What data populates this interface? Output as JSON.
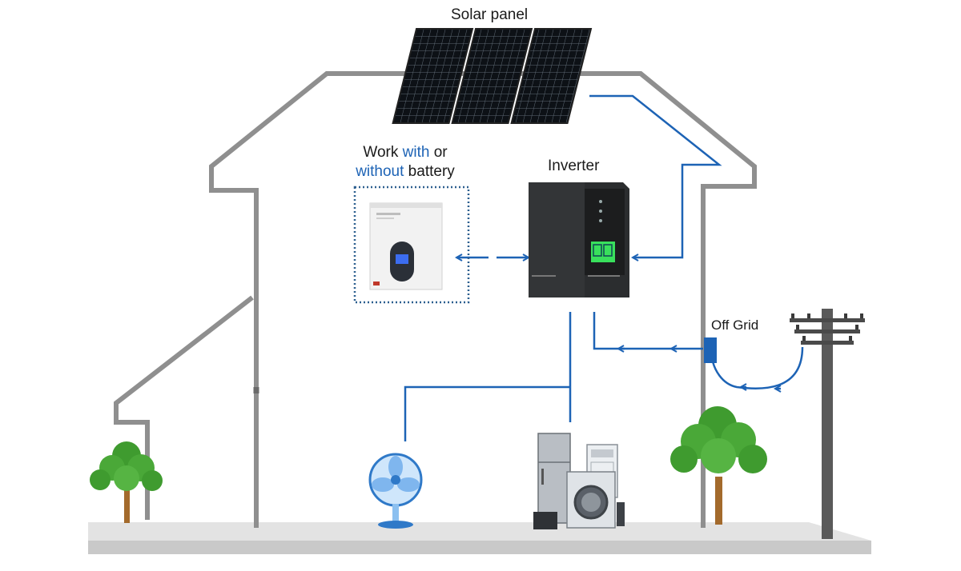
{
  "labels": {
    "solar_panel": "Solar panel",
    "battery_line1_a": "Work ",
    "battery_line1_b": "with",
    "battery_line1_c": " or",
    "battery_line2_a": "without",
    "battery_line2_b": " battery",
    "inverter": "Inverter",
    "off_grid": "Off Grid"
  },
  "colors": {
    "house_outline": "#8a8a8a",
    "flow_line": "#1d63b5",
    "ground": "#d9d9d9",
    "panel": "#101418",
    "inverter_body": "#2a2c2e",
    "inverter_screen": "#39e05c",
    "tree_foliage": "#3f9b2f",
    "tree_trunk": "#a36a2c",
    "pole": "#5a5a5a"
  },
  "icons": [
    "solar-panel-icon",
    "battery-icon",
    "inverter-icon",
    "fan-icon",
    "appliances-icon",
    "tree-icon",
    "utility-pole-icon",
    "meter-icon"
  ]
}
